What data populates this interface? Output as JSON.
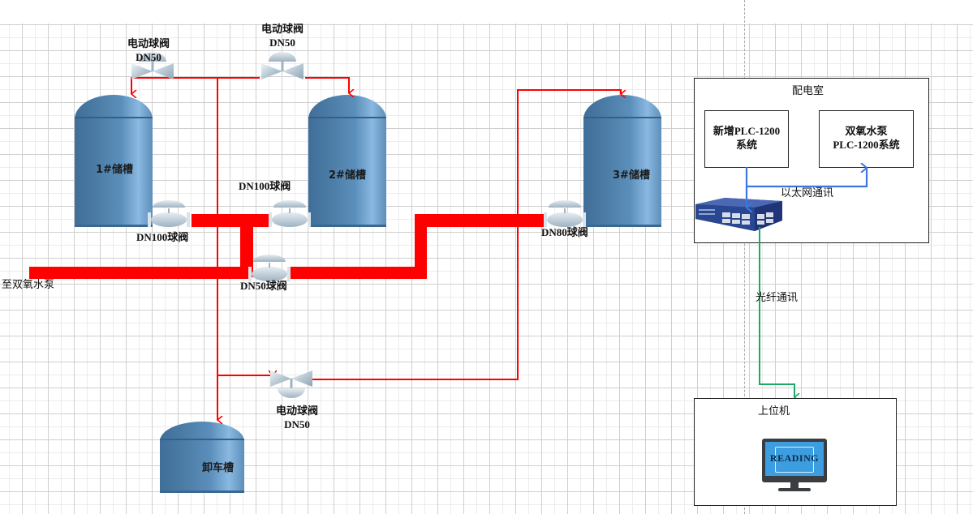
{
  "diagram": {
    "tanks": [
      {
        "id": "tank1",
        "label": "1#储槽"
      },
      {
        "id": "tank2",
        "label": "2#储槽"
      },
      {
        "id": "tank3",
        "label": "3#储槽"
      },
      {
        "id": "unload",
        "label": "卸车槽"
      }
    ],
    "valves": {
      "motor_valve_1": {
        "line1": "电动球阀",
        "line2": "DN50"
      },
      "motor_valve_2": {
        "line1": "电动球阀",
        "line2": "DN50"
      },
      "motor_valve_3": {
        "line1": "电动球阀",
        "line2": "DN50"
      },
      "ball_valve_tank1": "DN100球阀",
      "ball_valve_tank2": "DN100球阀",
      "ball_valve_main": "DN50球阀",
      "ball_valve_tank3": "DN80球阀"
    },
    "outlet_label": "至双氧水泵",
    "colors": {
      "pipe": "#ff0000",
      "ethernet": "#3a78e0",
      "fiber": "#1aaa66",
      "tank": "#4f80aa"
    }
  },
  "control": {
    "room_title": "配电室",
    "plc_new": {
      "line1": "新增PLC-1200",
      "line2": "系统"
    },
    "plc_pump": {
      "line1": "双氧水泵",
      "line2": "PLC-1200系统"
    },
    "ethernet_label": "以太网通讯",
    "fiber_label": "光纤通讯",
    "host_title": "上位机",
    "monitor_screen_text": "READING"
  }
}
